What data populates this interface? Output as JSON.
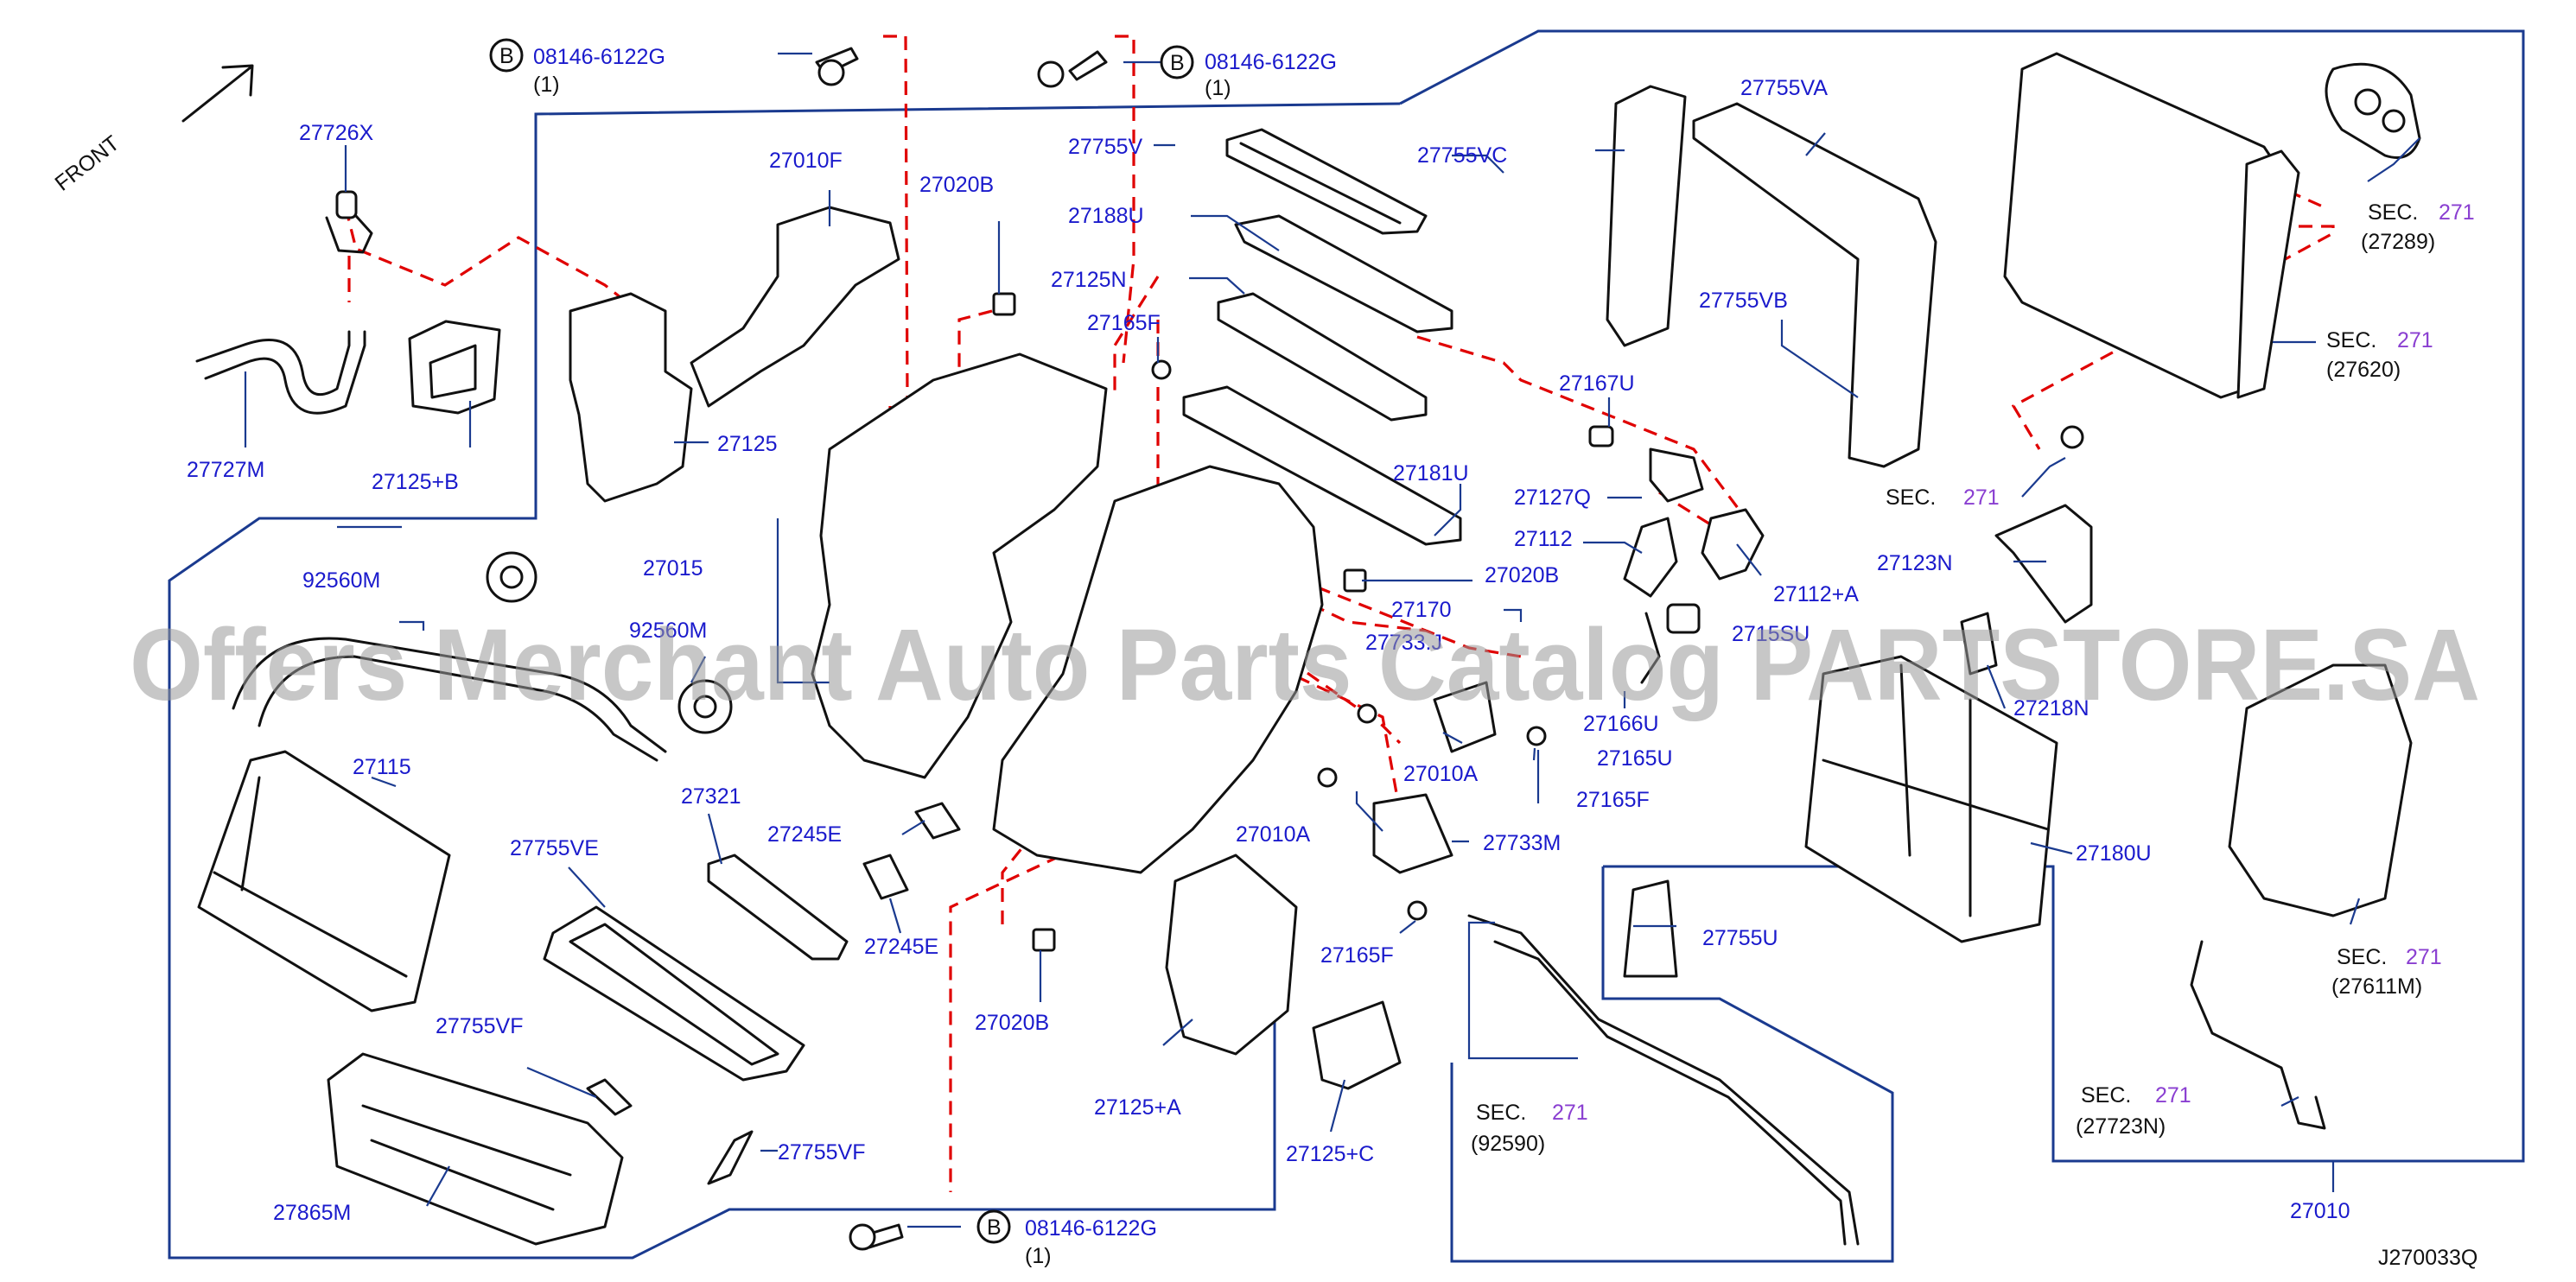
{
  "front_label": "FRONT",
  "drawing_code": "J270033Q",
  "watermark": "Offers Merchant Auto Parts Catalog PARTSTORE.SA",
  "bolt": {
    "badge": "B",
    "part": "08146-6122G",
    "qty": "(1)"
  },
  "parts": {
    "p27726x": "27726X",
    "p27727m": "27727M",
    "p27125b": "27125+B",
    "p27010f": "27010F",
    "p27125": "27125",
    "p27020b_top": "27020B",
    "p27755v": "27755V",
    "p27188u": "27188U",
    "p27125n": "27125N",
    "p27165f_top": "27165F",
    "p27755vc": "27755VC",
    "p27755va": "27755VA",
    "p27755vb": "27755VB",
    "p27167u": "27167U",
    "p27181u": "27181U",
    "p27127q": "27127Q",
    "p27112": "27112",
    "p27112a": "27112+A",
    "p27020b_mid": "27020B",
    "p27170": "27170",
    "p27733_partial": "27733.J",
    "p27153_partial": "2715SU",
    "p92560m_a": "92560M",
    "p92560m_b": "92560M",
    "p27015": "27015",
    "p27115": "27115",
    "p27321": "27321",
    "p27245e_a": "27245E",
    "p27245e_b": "27245E",
    "p27755ve": "27755VE",
    "p27755vf_a": "27755VF",
    "p27755vf_b": "27755VF",
    "p27865m": "27865M",
    "p27020b_bot": "27020B",
    "p27125a": "27125+A",
    "p27125c": "27125+C",
    "p27010a_a": "27010A",
    "p27010a_b": "27010A",
    "p27166u": "27166U",
    "p27165u": "27165U",
    "p27165f_mid": "27165F",
    "p27733m": "27733M",
    "p27165f_bot": "27165F",
    "p27755u": "27755U",
    "p27123n": "27123N",
    "p27218n": "27218N",
    "p27180u": "27180U",
    "p27010": "27010"
  },
  "sec_refs": {
    "sec_word": "SEC.",
    "sec_num": "271",
    "r27289": "(27289)",
    "r27620": "(27620)",
    "r27611m": "(27611M)",
    "r27723n": "(27723N)",
    "r92590": "(92590)"
  }
}
